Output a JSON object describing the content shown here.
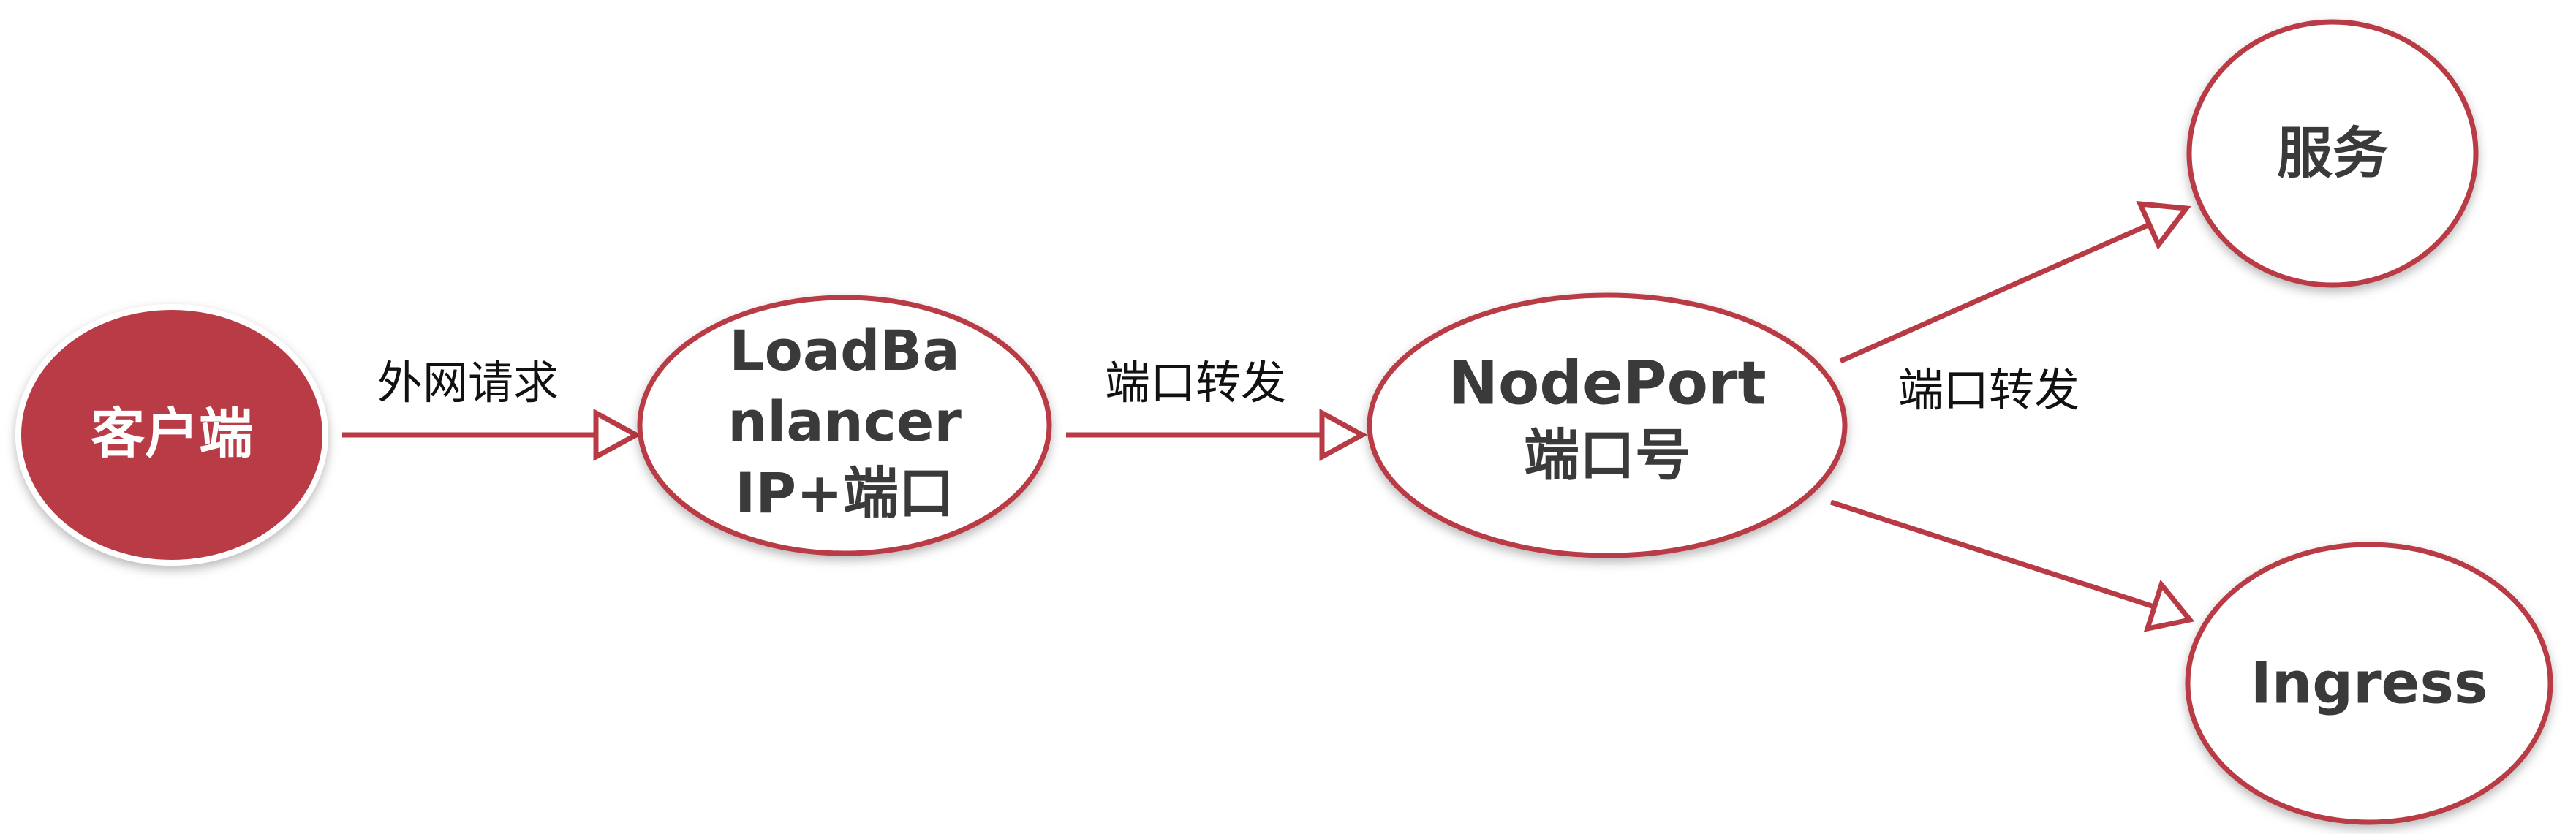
{
  "colors": {
    "accent": "#b83a44",
    "node_fill": "#ffffff",
    "node_text": "#3a3a3a",
    "client_text": "#ffffff",
    "edge_label": "#111111"
  },
  "nodes": {
    "client": {
      "label": "客户端"
    },
    "loadbalancer": {
      "line1": "LoadBa",
      "line2": "nlancer",
      "line3": "IP+端口"
    },
    "nodeport": {
      "line1": "NodePort",
      "line2": "端口号"
    },
    "service": {
      "label": "服务"
    },
    "ingress": {
      "label": "Ingress"
    }
  },
  "edges": {
    "client_to_lb": {
      "label": "外网请求"
    },
    "lb_to_nodeport": {
      "label": "端口转发"
    },
    "nodeport_fanout": {
      "label": "端口转发"
    }
  }
}
